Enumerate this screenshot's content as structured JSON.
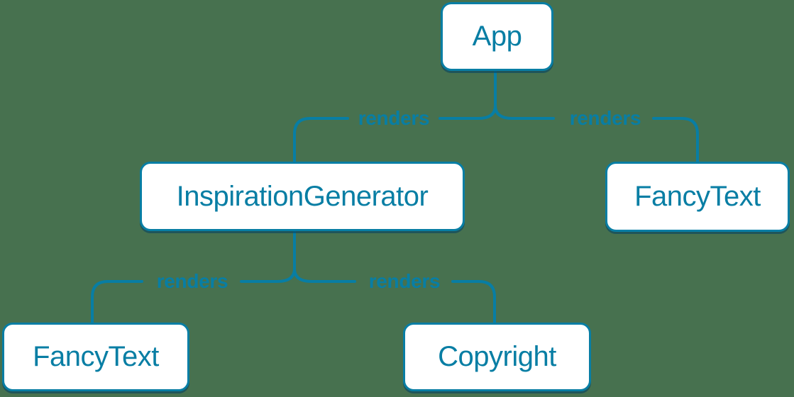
{
  "colors": {
    "background": "#47714F",
    "accent": "#087EA4",
    "node_fill": "#FFFFFF",
    "node_shadow": "#0A4661"
  },
  "nodes": {
    "app": {
      "label": "App"
    },
    "inspiration_generator": {
      "label": "InspirationGenerator"
    },
    "fancy_text_top": {
      "label": "FancyText"
    },
    "fancy_text_bottom": {
      "label": "FancyText"
    },
    "copyright": {
      "label": "Copyright"
    }
  },
  "edge_labels": {
    "app_to_inspiration_generator": "renders",
    "app_to_fancy_text": "renders",
    "inspiration_generator_to_fancy_text": "renders",
    "inspiration_generator_to_copyright": "renders"
  }
}
